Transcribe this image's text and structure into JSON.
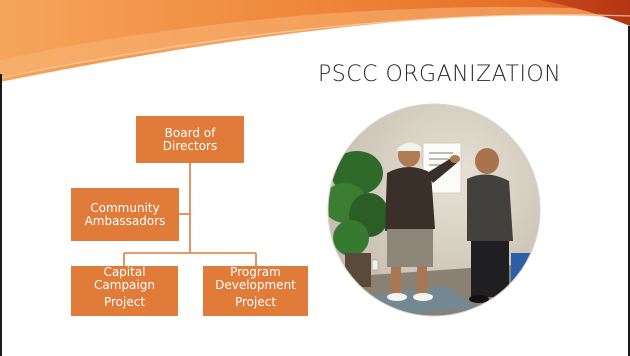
{
  "slide": {
    "title": "PSCC ORGANIZATION"
  },
  "org_chart": {
    "board": {
      "line1": "Board of",
      "line2": "Directors"
    },
    "ambassadors": {
      "line1": "Community",
      "line2": "Ambassadors"
    },
    "capital": {
      "line1": "Capital",
      "line2": "Campaign",
      "line3": "Project"
    },
    "program": {
      "line1": "Program",
      "line2": "Development",
      "line3": "Project"
    }
  },
  "colors": {
    "box_fill": "#e07b39",
    "connector": "#e07b39",
    "banner_orange": "#e8722a",
    "banner_red": "#c8401a",
    "title_text": "#262626"
  }
}
